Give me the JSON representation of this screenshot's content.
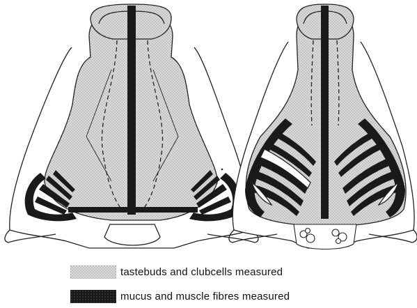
{
  "legend": [
    {
      "label": "tastebuds and clubcells measured",
      "fill": "stipple"
    },
    {
      "label": "mucus and muscle fibres measured",
      "fill": "dark"
    }
  ],
  "colors": {
    "stipple_base": "#dcdcdc",
    "stipple_dot": "#8a8a8a",
    "dark": "#1a1a1a",
    "outline": "#222222",
    "paper": "#ffffff"
  }
}
